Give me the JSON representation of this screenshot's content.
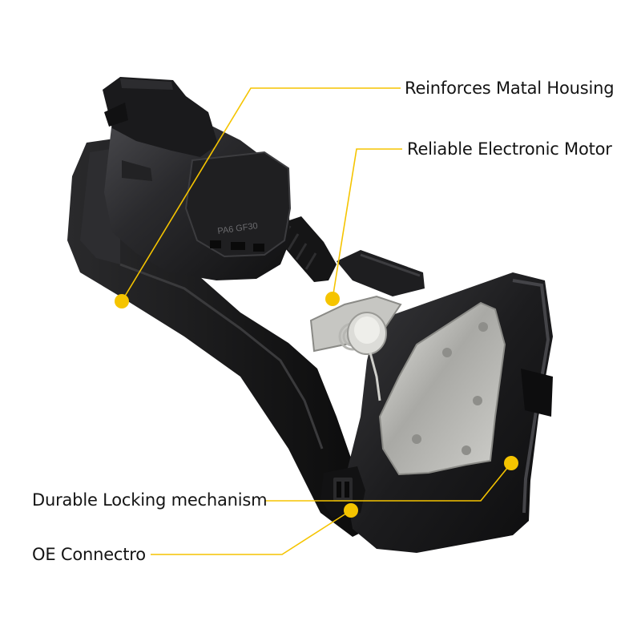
{
  "product": {
    "type": "door lock actuator",
    "housing_marking": "PA6 GF30"
  },
  "callouts": {
    "housing": "Reinforces Matal Housing",
    "motor": "Reliable Electronic Motor",
    "locking": "Durable Locking mechanism",
    "connector": "OE Connectro"
  },
  "colors": {
    "accent": "#f5c400",
    "plastic": "#1b1b1d",
    "metal": "#b9b9b6",
    "text": "#141414"
  }
}
